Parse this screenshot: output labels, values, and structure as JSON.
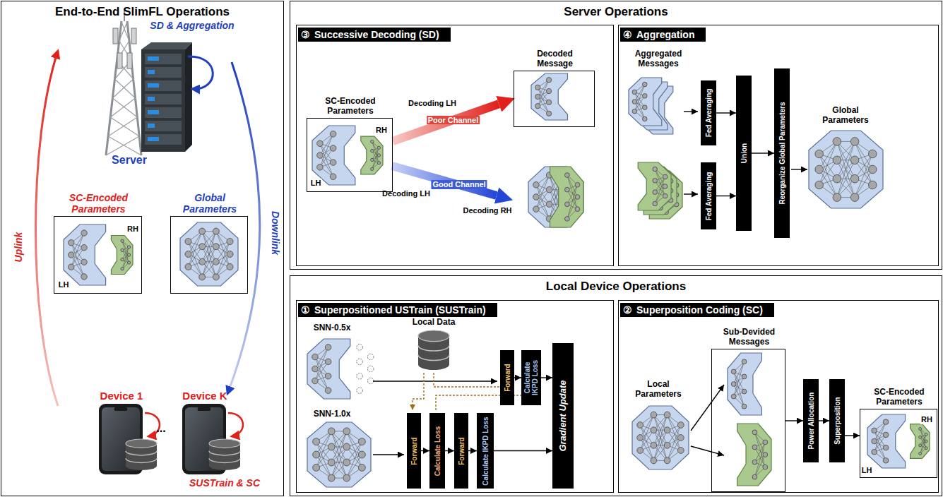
{
  "diagram": {
    "nodes": [
      {
        "text": [
          "End-to-End SlimFL Operations"
        ]
      },
      {
        "text": [
          "SC-Encoded Parameters"
        ],
        "in": 0
      },
      {
        "text": [
          "Global Parameters"
        ],
        "in": 0
      },
      {
        "text": [
          "Server Operations"
        ]
      },
      {
        "text": [
          "③",
          "Successive Decoding (SD)"
        ],
        "in": 3
      },
      {
        "text": [
          "SC-Encoded Parameters"
        ],
        "in": 4
      },
      {
        "text": [
          "Decoded Message"
        ],
        "in": 4
      },
      {
        "text": [
          "④",
          "Aggregation"
        ],
        "in": 3
      },
      {
        "text": [
          "Fed Averaging"
        ],
        "in": 7
      },
      {
        "text": [
          "Fed Averaging"
        ],
        "in": 7
      },
      {
        "text": [
          "Union"
        ],
        "in": 7
      },
      {
        "text": [
          "Reorganize Global Parameters"
        ],
        "in": 7
      },
      {
        "text": [
          "Local Device Operations"
        ]
      },
      {
        "text": [
          "①",
          "Superpositioned USTrain (SUSTrain)"
        ],
        "in": 12
      },
      {
        "text": [
          "Forward"
        ],
        "in": 13
      },
      {
        "text": [
          "Calculate IKPD Loss"
        ],
        "in": 13
      },
      {
        "text": [
          "Forward"
        ],
        "in": 13
      },
      {
        "text": [
          "Calculate Loss"
        ],
        "in": 13
      },
      {
        "text": [
          "Forward"
        ],
        "in": 13
      },
      {
        "text": [
          "Calculate IKPD Loss"
        ],
        "in": 13
      },
      {
        "text": [
          "Gradient Update"
        ],
        "in": 13
      },
      {
        "text": [
          "②",
          "Superposition Coding (SC)"
        ],
        "in": 12
      },
      {
        "text": [
          "Sub-Devided Messages"
        ],
        "in": 21
      },
      {
        "text": [
          "Power Allocation"
        ],
        "in": 21
      },
      {
        "text": [
          "Superposition"
        ],
        "in": 21
      },
      {
        "text": [
          "SC-Encoded Parameters"
        ],
        "in": 21
      }
    ],
    "edges": [
      {
        "from": 5,
        "to": 6,
        "arrow": "to",
        "label": "Poor Channel"
      },
      {
        "from": 8,
        "to": 10,
        "arrow": "to"
      },
      {
        "from": 9,
        "to": 10,
        "arrow": "to"
      },
      {
        "from": 10,
        "to": 11,
        "arrow": "to"
      },
      {
        "from": 14,
        "to": 15,
        "arrow": "to"
      },
      {
        "from": 15,
        "to": 20,
        "arrow": "to"
      },
      {
        "from": 16,
        "to": 17,
        "arrow": "to"
      },
      {
        "from": 17,
        "to": 18,
        "arrow": "to"
      },
      {
        "from": 18,
        "to": 19,
        "arrow": "to"
      },
      {
        "from": 19,
        "to": 20,
        "arrow": "to"
      },
      {
        "from": 22,
        "to": 23,
        "arrow": "to"
      },
      {
        "from": 23,
        "to": 24,
        "arrow": "to"
      },
      {
        "from": 24,
        "to": 25,
        "arrow": "to"
      }
    ],
    "labels": [
      "SD & Aggregation",
      "Server",
      "Uplink",
      "Downlink",
      "Device 1",
      "...",
      "Device K",
      "SUSTrain & SC",
      "LH",
      "RH",
      "Decoding LH",
      "Good Channel",
      "Decoding LH",
      "Decoding RH",
      "LH",
      "RH",
      "Aggregated Messages",
      "Global Parameters",
      "SNN-0.5x",
      "Local Data",
      "SNN-1.0x",
      "Local Parameters",
      "LH",
      "RH"
    ]
  }
}
